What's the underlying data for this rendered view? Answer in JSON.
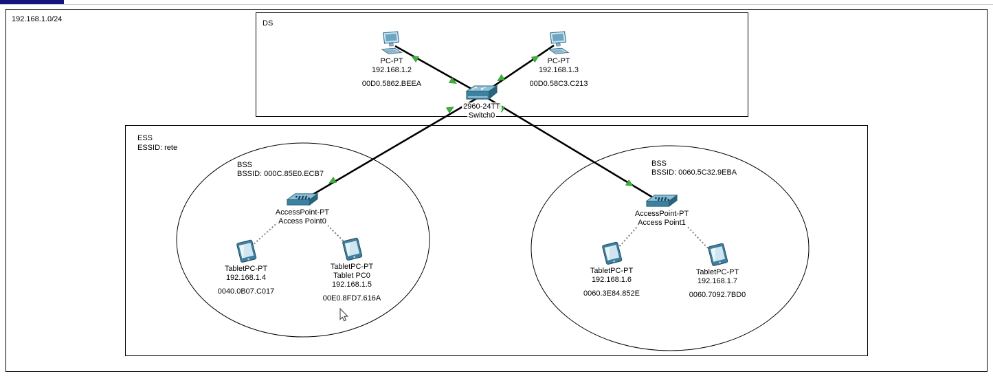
{
  "colors": {
    "link": "#000000",
    "wireless_link": "#7a7a7a",
    "port_up_indicator": "#3cb33c",
    "device_primary": "#3c81a0",
    "device_light": "#cfe3ee",
    "annotation_border": "#000000",
    "titlebar_fragment": "#15157e"
  },
  "canvas": {
    "network_label": "192.168.1.0/24"
  },
  "ds": {
    "label": "DS"
  },
  "ess": {
    "label": "ESS",
    "essid_label": "ESSID: rete"
  },
  "bss_left": {
    "label": "BSS",
    "bssid_label": "BSSID: 000C.85E0.ECB7"
  },
  "bss_right": {
    "label": "BSS",
    "bssid_label": "BSSID: 0060.5C32.9EBA"
  },
  "devices": {
    "pc0": {
      "model": "PC-PT",
      "ip": "192.168.1.2",
      "mac": "00D0.5862.BEEA"
    },
    "pc1": {
      "model": "PC-PT",
      "ip": "192.168.1.3",
      "mac": "00D0.58C3.C213"
    },
    "switch0": {
      "model": "2960-24TT",
      "name": "Switch0"
    },
    "ap0": {
      "model": "AccessPoint-PT",
      "name": "Access Point0"
    },
    "ap1": {
      "model": "AccessPoint-PT",
      "name": "Access Point1"
    },
    "tablet_a": {
      "model": "TabletPC-PT",
      "ip": "192.168.1.4",
      "mac": "0040.0B07.C017"
    },
    "tablet_b": {
      "model": "TabletPC-PT",
      "name": "Tablet PC0",
      "ip": "192.168.1.5",
      "mac": "00E0.8FD7.616A"
    },
    "tablet_c": {
      "model": "TabletPC-PT",
      "ip": "192.168.1.6",
      "mac": "0060.3E84.852E"
    },
    "tablet_d": {
      "model": "TabletPC-PT",
      "ip": "192.168.1.7",
      "mac": "0060.7092.7BD0"
    }
  }
}
